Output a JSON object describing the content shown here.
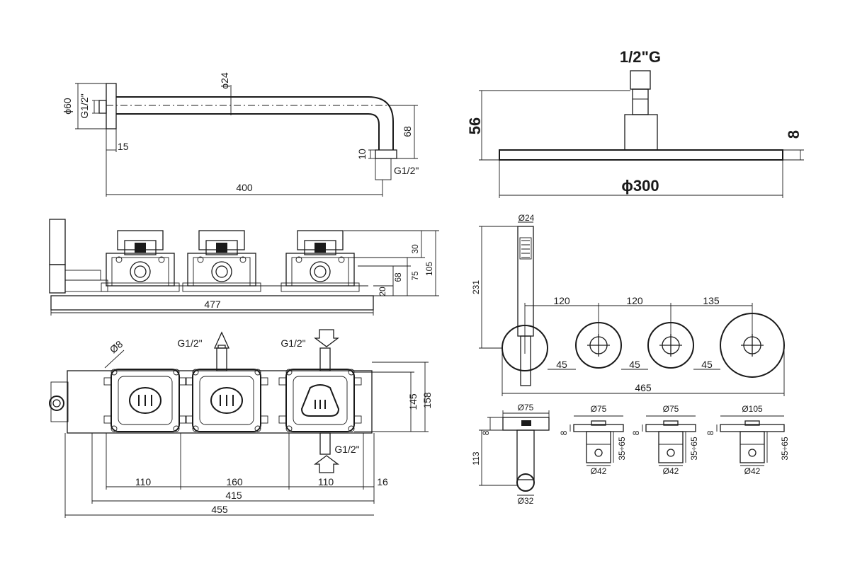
{
  "arm": {
    "d60": "ϕ60",
    "g12": "G1/2\"",
    "d24": "ϕ24",
    "w15": "15",
    "h10": "10",
    "h68": "68",
    "g12_out": "G1/2\"",
    "l400": "400"
  },
  "head": {
    "g": "1/2\"G",
    "h56": "56",
    "h8": "8",
    "d300": "ϕ300"
  },
  "side": {
    "h30": "30",
    "h68": "68",
    "h75": "75",
    "h105": "105",
    "h20": "20",
    "l477": "477"
  },
  "front": {
    "d8": "Ø8",
    "g12_a": "G1/2\"",
    "g12_b": "G1/2\"",
    "g12_c": "G1/2\"",
    "h145": "145",
    "h158": "158",
    "s110a": "110",
    "s160": "160",
    "s110b": "110",
    "s16": "16",
    "l415": "415",
    "l455": "455"
  },
  "panel": {
    "d24": "Ø24",
    "h231": "231",
    "s120a": "120",
    "s120b": "120",
    "s135": "135",
    "s45a": "45",
    "s45b": "45",
    "s45c": "45",
    "l465": "465"
  },
  "details": {
    "spout_d75": "Ø75",
    "spout_8": "8",
    "spout_113": "113",
    "spout_d32": "Ø32",
    "v1_d75": "Ø75",
    "v1_8": "8",
    "v1_range": "35÷65",
    "v1_d42": "Ø42",
    "v2_d75": "Ø75",
    "v2_8": "8",
    "v2_range": "35÷65",
    "v2_d42": "Ø42",
    "v3_d105": "Ø105",
    "v3_8": "8",
    "v3_range": "35÷65",
    "v3_d42": "Ø42"
  }
}
